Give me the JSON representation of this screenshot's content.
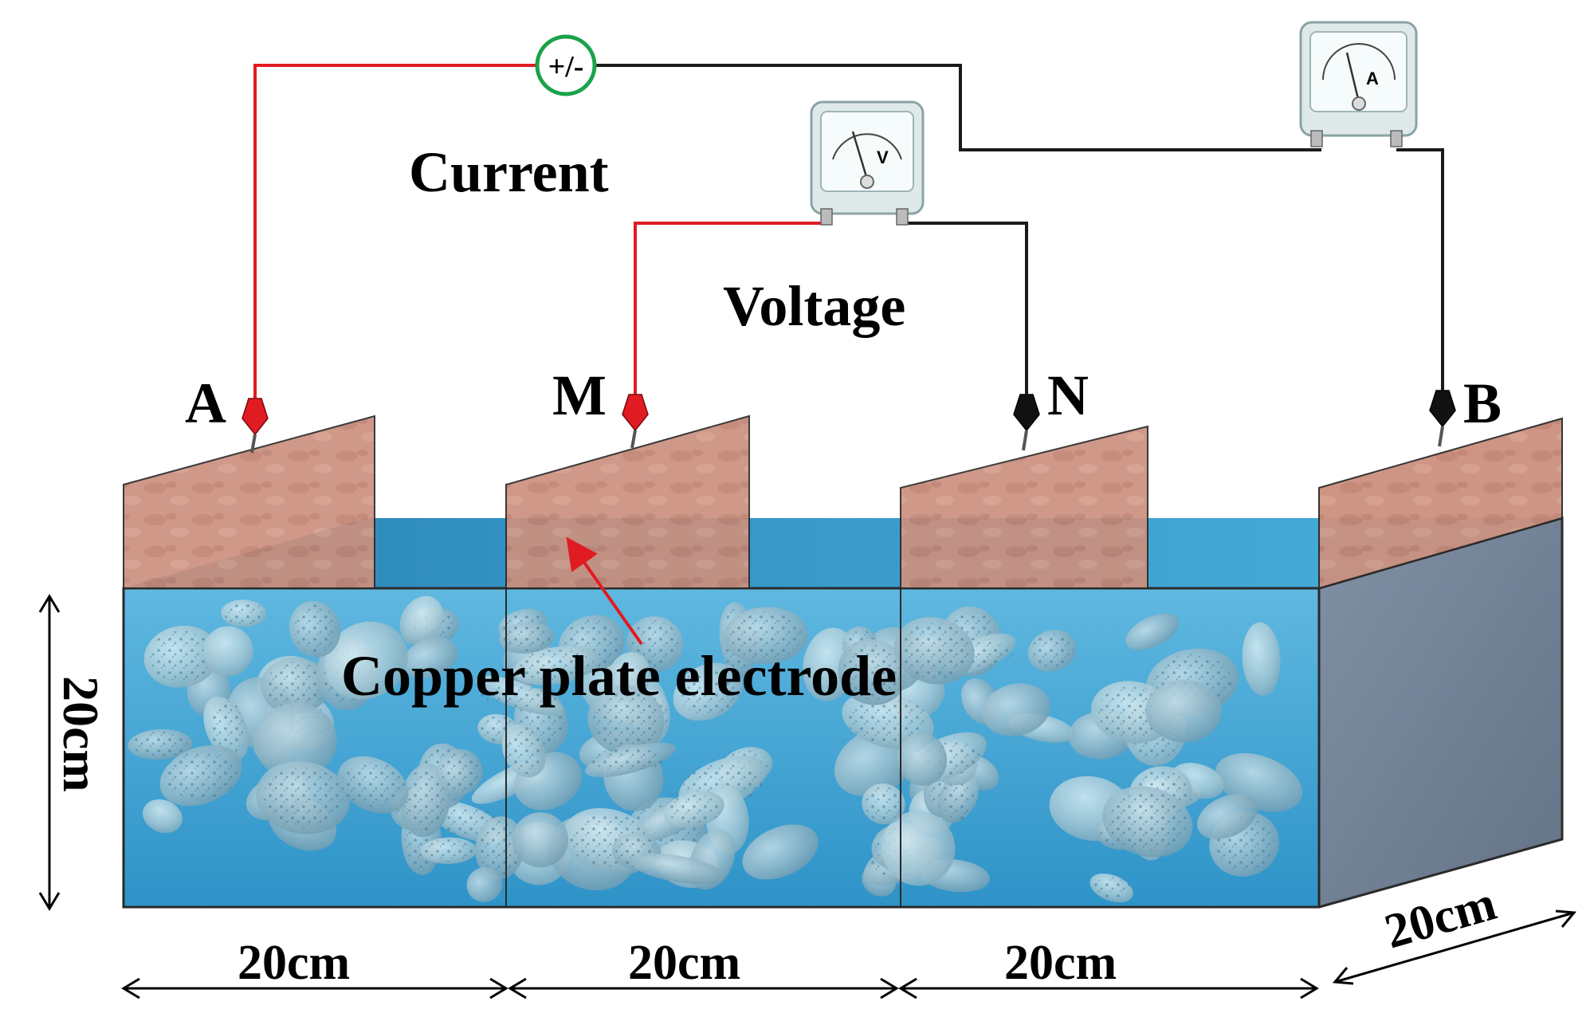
{
  "labels": {
    "current": "Current",
    "voltage": "Voltage",
    "copper_plate": "Copper plate electrode"
  },
  "electrodes": {
    "a": "A",
    "m": "M",
    "n": "N",
    "b": "B"
  },
  "power_source": "+/-",
  "voltmeter": "V",
  "ammeter": "A",
  "dimensions": {
    "height": "20cm",
    "depth": "20cm",
    "segment_1": "20cm",
    "segment_2": "20cm",
    "segment_3": "20cm"
  },
  "colors": {
    "positive_wire": "#e11b22",
    "negative_wire": "#1a1a1a",
    "copper": "#c98a78",
    "water": "#3aa6d6",
    "source_ring": "#1aa34a",
    "arrow_red": "#e11b22"
  }
}
